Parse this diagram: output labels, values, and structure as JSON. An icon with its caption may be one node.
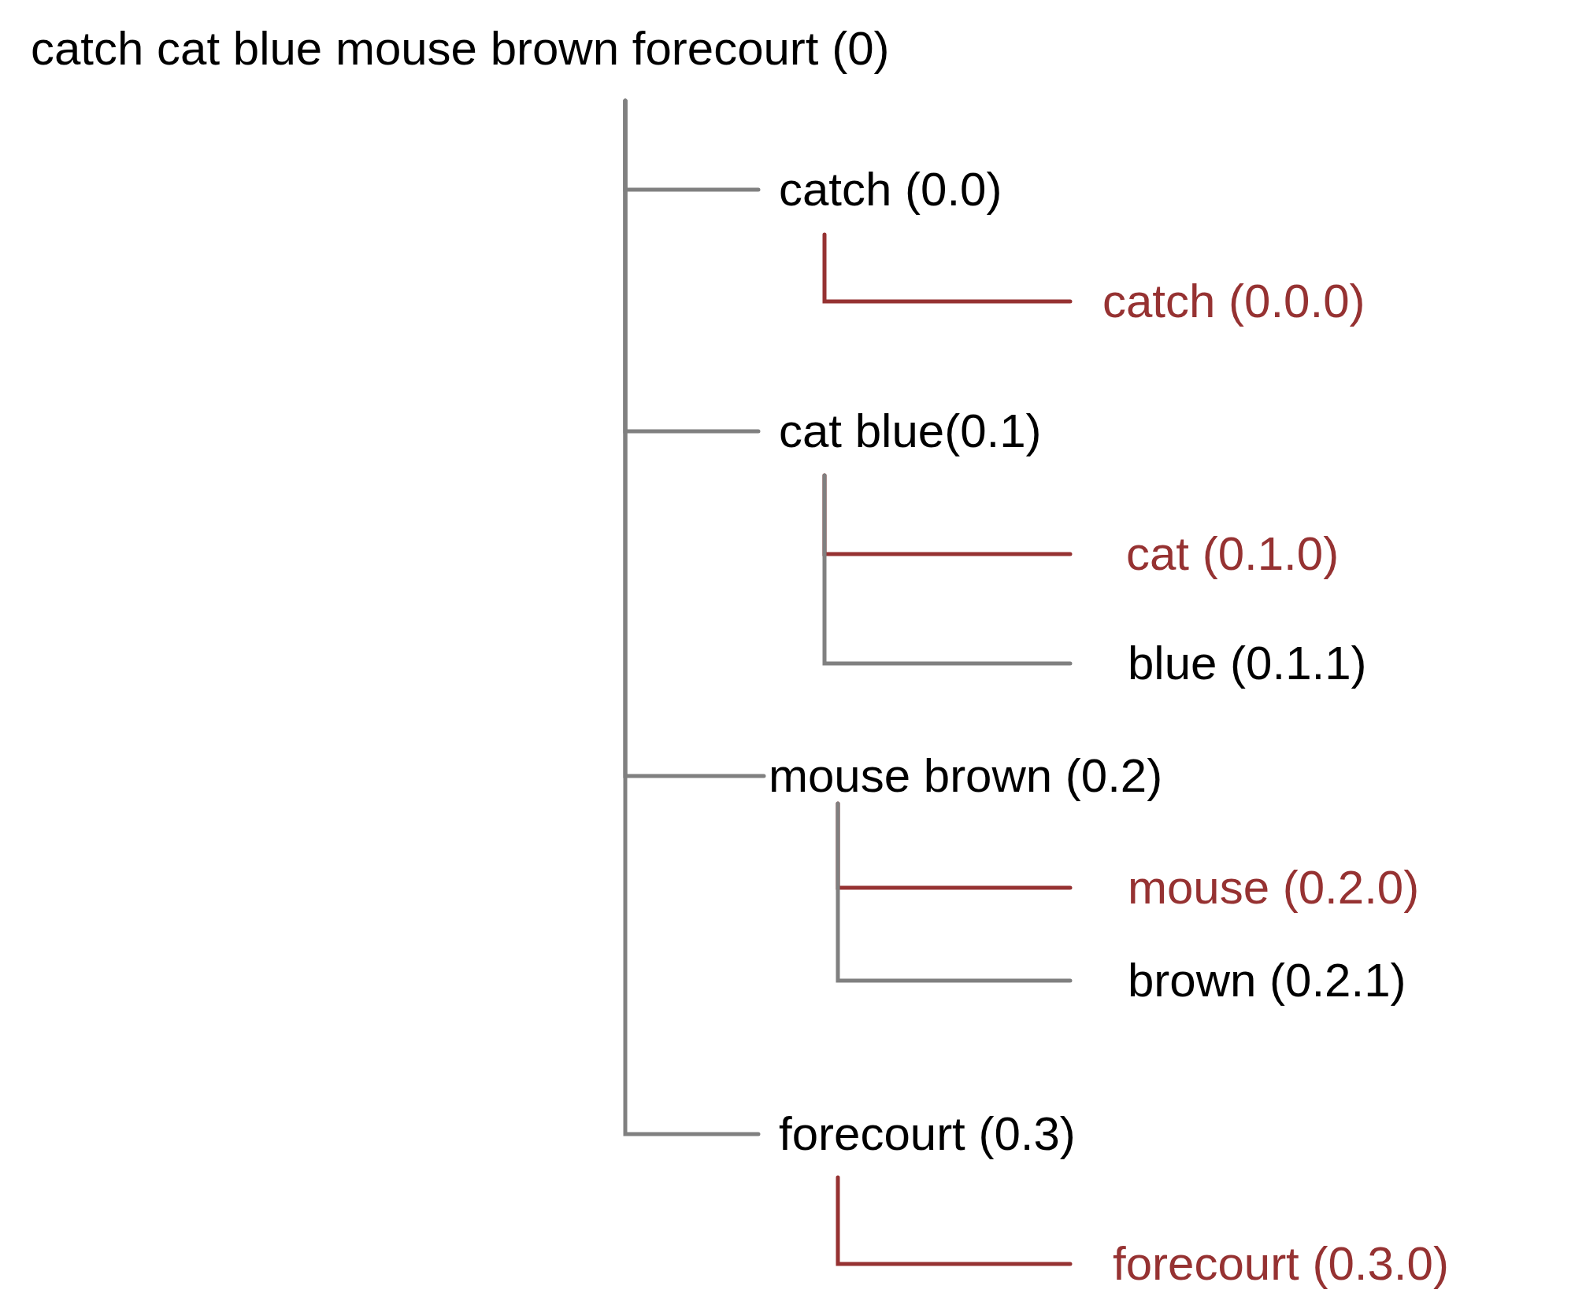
{
  "diagram": {
    "nodes": [
      {
        "text": [
          "catch cat blue mouse brown forecourt (0)"
        ]
      },
      {
        "text": [
          "catch (0.0)"
        ]
      },
      {
        "text": [
          "catch (0.0.0)"
        ]
      },
      {
        "text": [
          "cat blue(0.1)"
        ]
      },
      {
        "text": [
          "cat (0.1.0)"
        ]
      },
      {
        "text": [
          "blue (0.1.1)"
        ]
      },
      {
        "text": [
          "mouse brown (0.2)"
        ]
      },
      {
        "text": [
          "mouse (0.2.0)"
        ]
      },
      {
        "text": [
          "brown (0.2.1)"
        ]
      },
      {
        "text": [
          "forecourt (0.3)"
        ]
      },
      {
        "text": [
          "forecourt (0.3.0)"
        ]
      }
    ],
    "edges": [
      {
        "from": 0,
        "to": 1,
        "arrow": "none"
      },
      {
        "from": 1,
        "to": 2,
        "arrow": "none",
        "color": "#963232"
      },
      {
        "from": 0,
        "to": 3,
        "arrow": "none"
      },
      {
        "from": 3,
        "to": 4,
        "arrow": "none",
        "color": "#963232"
      },
      {
        "from": 3,
        "to": 5,
        "arrow": "none"
      },
      {
        "from": 0,
        "to": 6,
        "arrow": "none"
      },
      {
        "from": 6,
        "to": 7,
        "arrow": "none",
        "color": "#963232"
      },
      {
        "from": 6,
        "to": 8,
        "arrow": "none"
      },
      {
        "from": 0,
        "to": 9,
        "arrow": "none"
      },
      {
        "from": 9,
        "to": 10,
        "arrow": "none",
        "color": "#963232"
      }
    ]
  }
}
